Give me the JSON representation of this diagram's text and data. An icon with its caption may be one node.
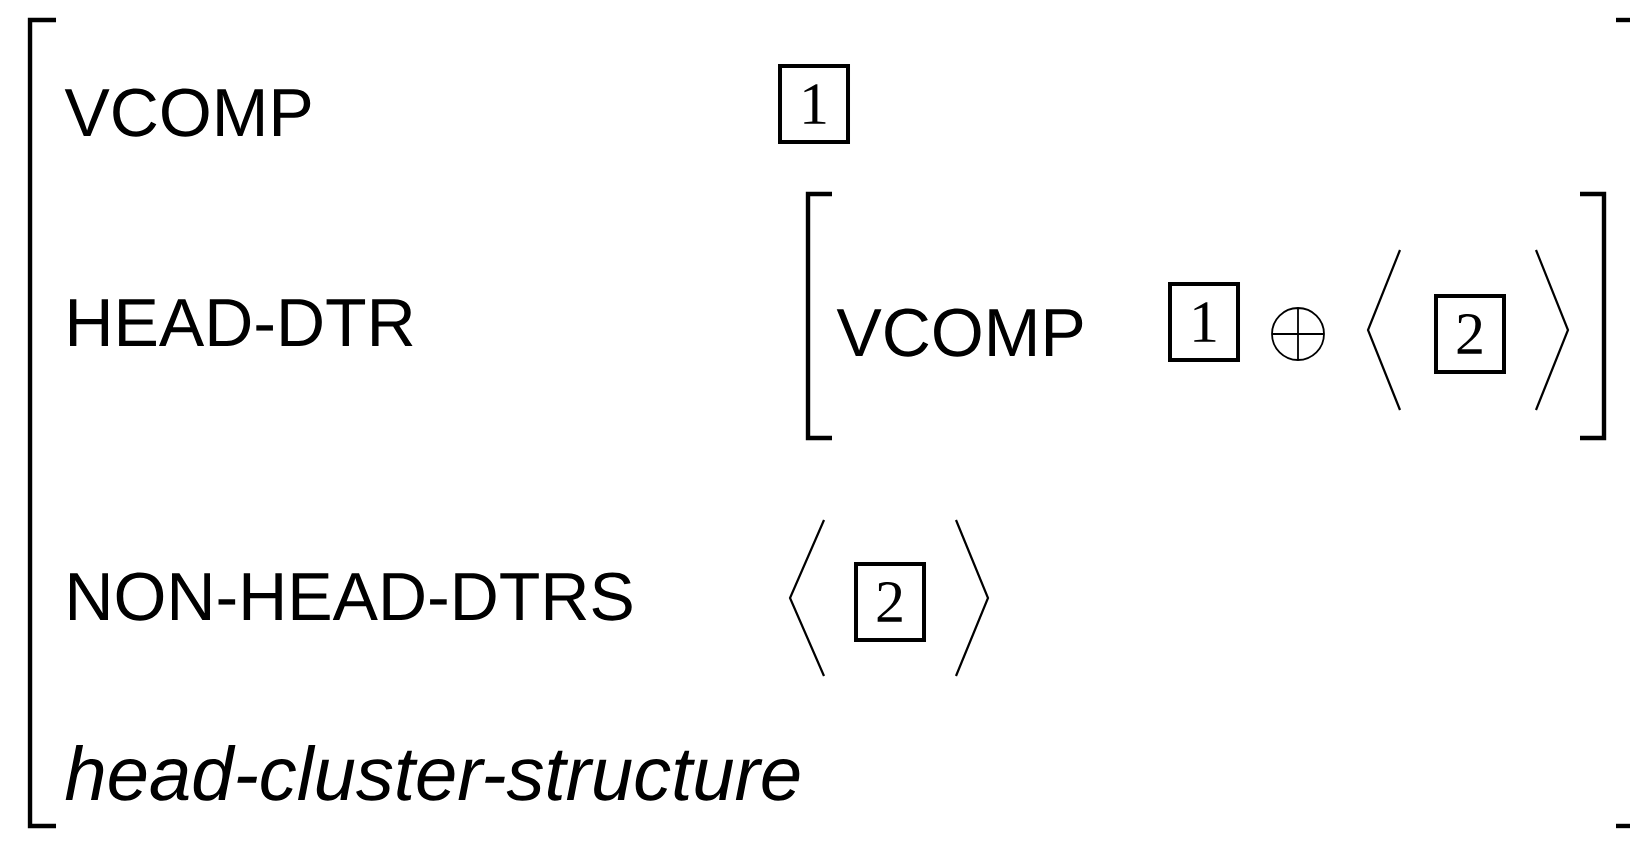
{
  "diagram": {
    "nodes": [
      {
        "text": [
          "1"
        ]
      },
      {
        "text": [
          "1"
        ]
      },
      {
        "text": [
          "2"
        ]
      },
      {
        "text": [
          "2"
        ]
      }
    ],
    "labels": [
      "VCOMP",
      "HEAD-DTR",
      "VCOMP",
      "NON-HEAD-DTRS",
      "*head-cluster-structure*"
    ]
  }
}
